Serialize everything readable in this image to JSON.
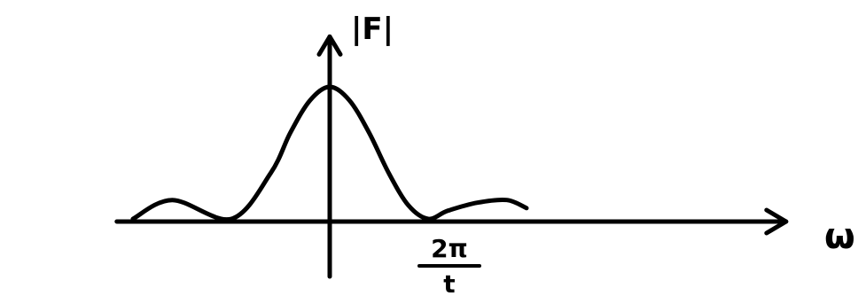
{
  "chart_data": {
    "type": "line",
    "title": "",
    "xlabel": "ω",
    "ylabel": "|F|",
    "grid": false,
    "legend": "none",
    "xlim": [
      -2.2,
      4.8
    ],
    "ylim": [
      0,
      1.32
    ],
    "x_ticks": [
      {
        "value": 1,
        "numerator": "2π",
        "denominator": "t"
      }
    ],
    "series": [
      {
        "values_x": [
          -2.0,
          -1.6,
          -1.0,
          -0.6,
          -0.4,
          -0.2,
          0.0,
          0.2,
          0.4,
          0.6,
          0.8,
          1.0,
          1.2,
          1.5,
          1.8,
          2.0
        ],
        "values_y": [
          0.02,
          0.16,
          0.02,
          0.36,
          0.66,
          0.9,
          1.0,
          0.9,
          0.66,
          0.36,
          0.12,
          0.02,
          0.08,
          0.14,
          0.16,
          0.1
        ]
      }
    ],
    "color": "#000000"
  }
}
